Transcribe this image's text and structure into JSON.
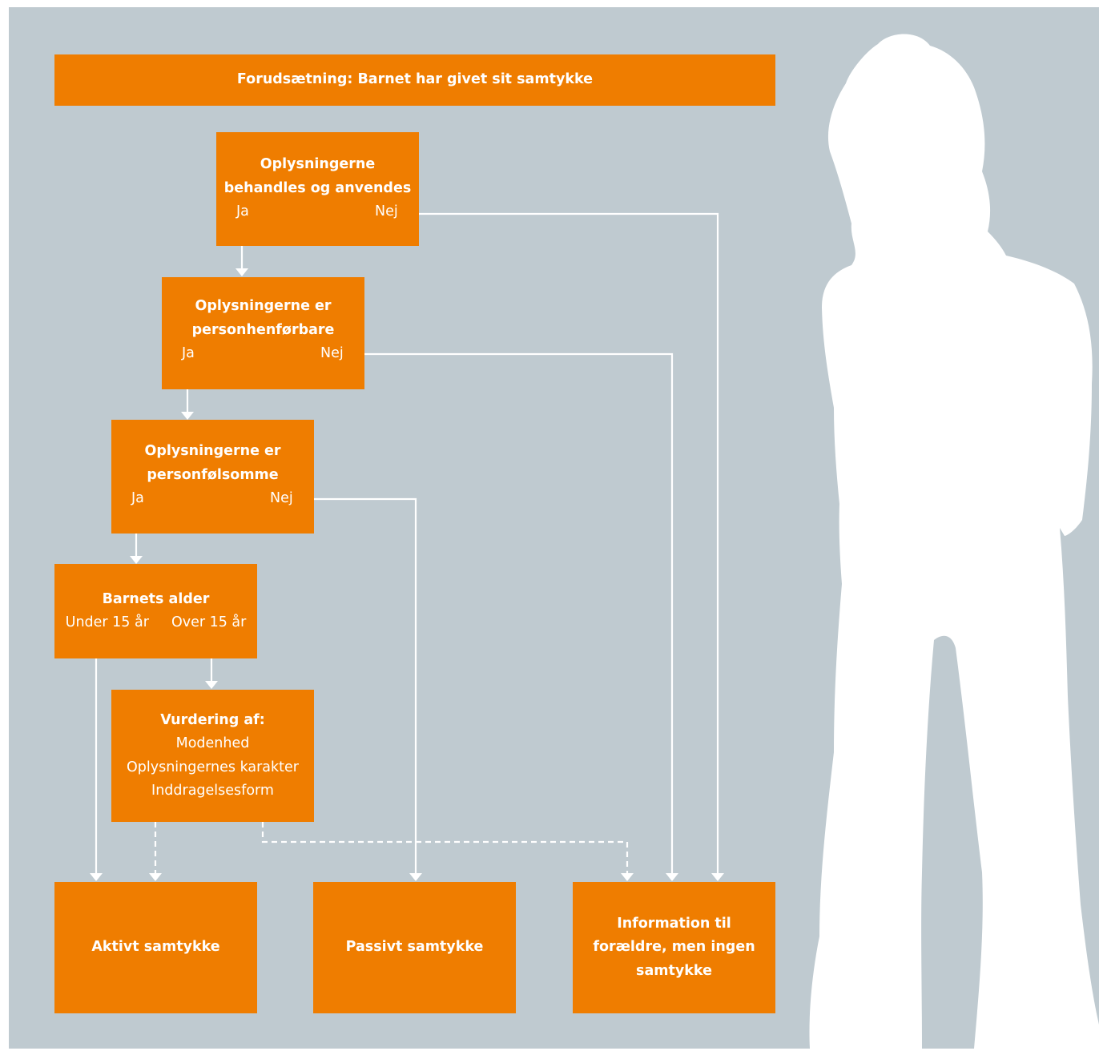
{
  "premise": "Forudsætning: Barnet har givet sit samtykke",
  "q1": {
    "line1": "Oplysningerne",
    "line2": "behandles og anvendes",
    "yes": "Ja",
    "no": "Nej"
  },
  "q2": {
    "line1": "Oplysningerne er",
    "line2": "personhenførbare",
    "yes": "Ja",
    "no": "Nej"
  },
  "q3": {
    "line1": "Oplysningerne er",
    "line2": "personfølsomme",
    "yes": "Ja",
    "no": "Nej"
  },
  "age": {
    "title": "Barnets alder",
    "under": "Under 15 år",
    "over": "Over 15 år"
  },
  "assessment": {
    "title": "Vurdering af:",
    "items": [
      "Modenhed",
      "Oplysningernes karakter",
      "Inddragelsesform"
    ]
  },
  "outcomes": {
    "active": "Aktivt samtykke",
    "passive": "Passivt samtykke",
    "info": {
      "line1": "Information til",
      "line2": "forældre, men ingen",
      "line3": "samtykke"
    }
  },
  "colors": {
    "box": "#ef7d00",
    "background": "#bfcad0",
    "line": "#ffffff"
  }
}
